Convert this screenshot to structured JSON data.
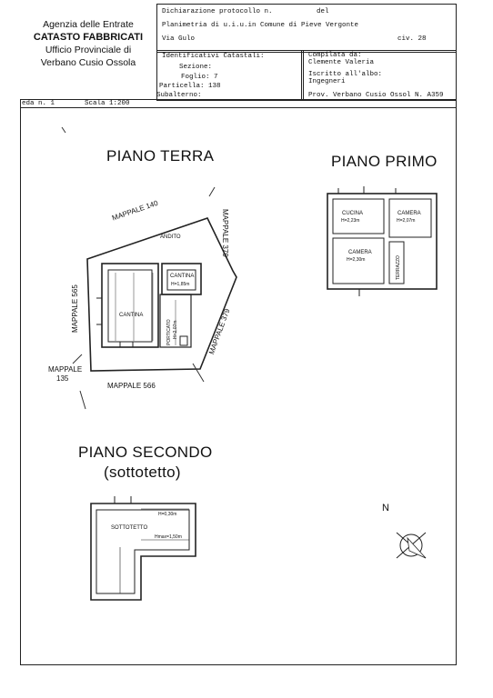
{
  "header": {
    "agency": "Agenzia delle Entrate",
    "catasto": "CATASTO FABBRICATI",
    "office": "Ufficio Provinciale di",
    "province": "Verbano Cusio Ossola",
    "dichiarazione": "Dichiarazione protocollo n.",
    "del": "del",
    "planimetria": "Planimetria di u.i.u.in Comune di Pieve Vergonte",
    "via": "Via Gulo",
    "civ": "civ. 28",
    "identificativi": "Identificativi Catastali:",
    "sezione": "Sezione:",
    "foglio": "Foglio: 7",
    "particella": "Particella: 138",
    "subalterno": "Subalterno:",
    "compilata": "Compilata da:",
    "compilatore": "Clemente Valeria",
    "iscritto": "Iscritto all'albo:",
    "albo": "Ingegneri",
    "prov": "Prov. Verbano Cusio Ossol",
    "num": "N. A359",
    "scheda": "eda n. 1",
    "scala": "Scala 1:200"
  },
  "plan": {
    "piano_terra": "PIANO TERRA",
    "piano_primo": "PIANO PRIMO",
    "piano_secondo": "PIANO SECONDO",
    "sottotetto_paren": "(sottotetto)",
    "mappale_140": "MAPPALE 140",
    "mappale_379_top": "MAPPALE 379",
    "mappale_379": "MAPPALE 379",
    "mappale_565": "MAPPALE 565",
    "mappale_135a": "MAPPALE",
    "mappale_135b": "135",
    "mappale_566": "MAPPALE 566",
    "andito": "ANDITO",
    "cantina1": "CANTINA",
    "cantina1_h": "H=1,85m",
    "cantina2": "CANTINA",
    "porticato": "PORTICATO",
    "porticato_h": "H=2,07m",
    "cucina": "CUCINA",
    "cucina_h": "H=2,23m",
    "camera1": "CAMERA",
    "camera1_h": "H=2,07m",
    "camera2": "CAMERA",
    "camera2_h": "H=2,30m",
    "terrazzo": "TERRAZZO",
    "sottotetto": "SOTTOTETTO",
    "sott_h1": "H=0,30m",
    "sott_h2": "Hmax=1,50m",
    "north": "N"
  }
}
